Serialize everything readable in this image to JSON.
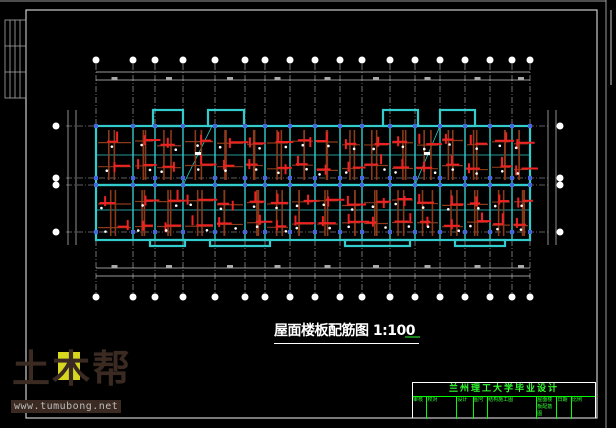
{
  "drawing": {
    "title": "屋面楼板配筋图 1:100",
    "colors": {
      "background": "#000000",
      "walls": "#33cccc",
      "rebar": "#ee2222",
      "beams": "#8b3a1a",
      "axis": "#ffffff",
      "titleblock": "#22ff22"
    }
  },
  "title_block": {
    "school": "兰州理工大学毕业设计",
    "cells": [
      "审核",
      "校对",
      "设计",
      "图号",
      "结构施工图",
      "屋面楼板配筋图",
      "日期",
      "比例"
    ]
  },
  "watermark": {
    "logo": "土木帮",
    "url": "www.tumubong.net"
  }
}
